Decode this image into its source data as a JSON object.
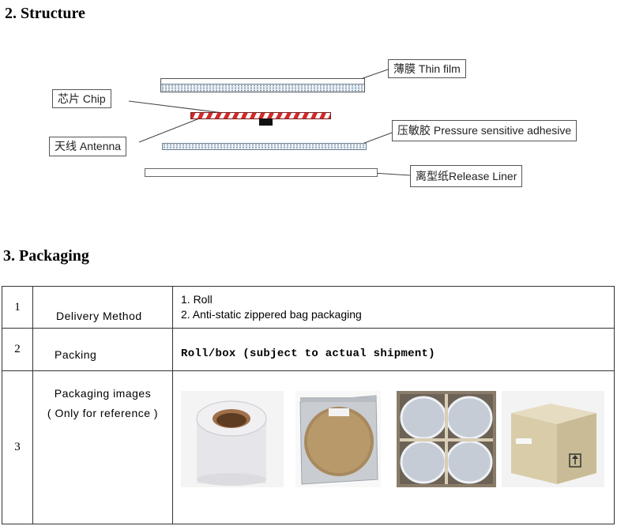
{
  "structure": {
    "heading": "2. Structure",
    "labels": {
      "thin_film": "薄膜 Thin film",
      "chip": "芯片 Chip",
      "antenna": "天线 Antenna",
      "adhesive": "压敏胶 Pressure sensitive adhesive",
      "release_liner": "离型纸Release Liner"
    },
    "colors": {
      "antenna_stripe": "#d42a2a",
      "dotted_layer": "#7d93a8",
      "chip_die": "#111111"
    }
  },
  "packaging": {
    "heading": "3. Packaging",
    "rows": [
      {
        "num": "1",
        "label": "Delivery  Method",
        "values": [
          "1. Roll",
          "2. Anti-static zippered bag packaging"
        ]
      },
      {
        "num": "2",
        "label": "Packing",
        "value": "Roll/box (subject to actual shipment)"
      },
      {
        "num": "3",
        "label_line1": "Packaging images",
        "label_line2": "( Only for reference )",
        "images": [
          "tape-roll-image",
          "zippered-bag-image",
          "open-box-rolls-image",
          "carton-box-image"
        ]
      }
    ]
  }
}
